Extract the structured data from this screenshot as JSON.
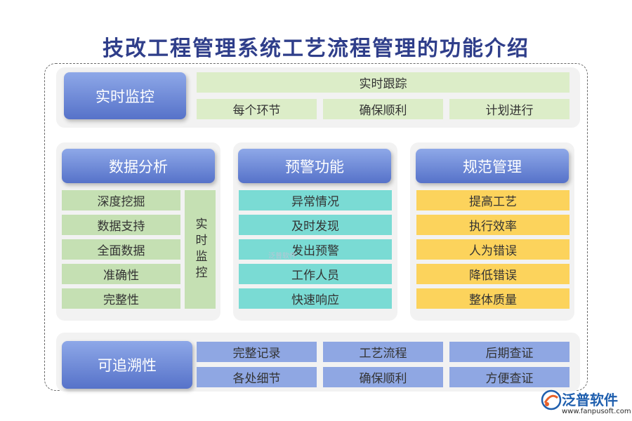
{
  "title": "技改工程管理系统工艺流程管理的功能介绍",
  "realtime": {
    "head": "实时监控",
    "top": "实时跟踪",
    "items": [
      "每个环节",
      "确保顺利",
      "计划进行"
    ]
  },
  "analysis": {
    "head": "数据分析",
    "items": [
      "深度挖掘",
      "数据支持",
      "全面数据",
      "准确性",
      "完整性"
    ],
    "side": "实时监控"
  },
  "warning": {
    "head": "预警功能",
    "items": [
      "异常情况",
      "及时发现",
      "发出预警",
      "工作人员",
      "快速响应"
    ]
  },
  "standard": {
    "head": "规范管理",
    "items": [
      "提高工艺",
      "执行效率",
      "人为错误",
      "降低错误",
      "整体质量"
    ]
  },
  "trace": {
    "head": "可追溯性",
    "items": [
      "完整记录",
      "工艺流程",
      "后期查证",
      "各处细节",
      "确保顺利",
      "方便查证"
    ]
  },
  "logo": {
    "name": "泛普软件",
    "url": "www.fanpusoft.com"
  },
  "watermark": "泛普软件"
}
